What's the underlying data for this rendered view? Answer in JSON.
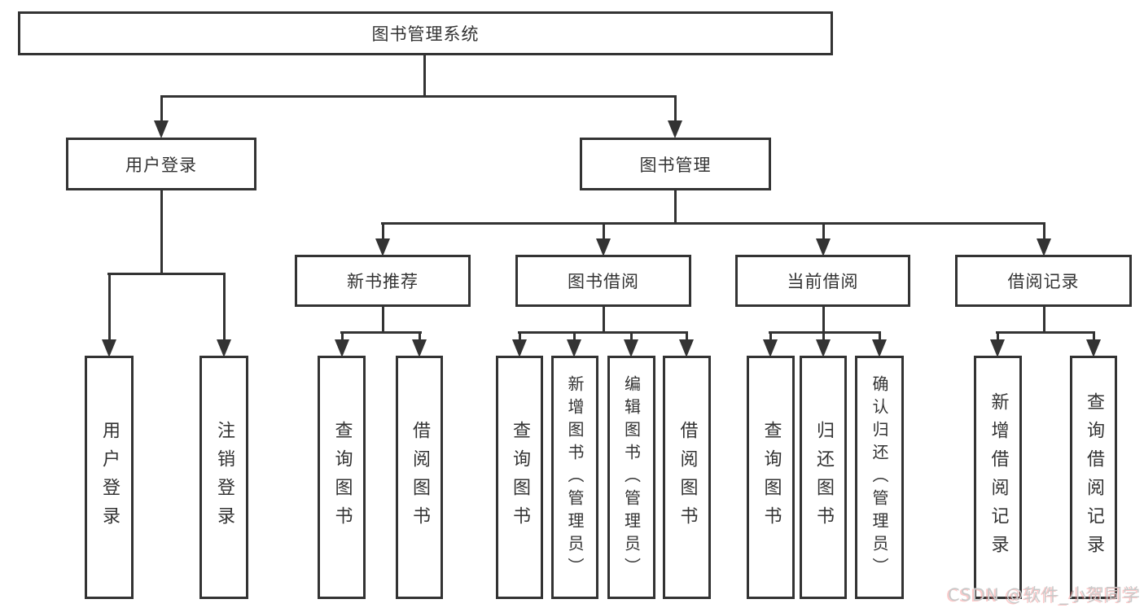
{
  "colors": {
    "line": "#333333",
    "box_border": "#333333",
    "box_background": "#ffffff",
    "text": "#333333",
    "watermark_text": "#c9c9c9"
  },
  "nodes": {
    "root": "图书管理系统",
    "user_login": "用户登录",
    "book_management": "图书管理",
    "new_book_recommend": "新书推荐",
    "book_borrow": "图书借阅",
    "current_borrow": "当前借阅",
    "borrow_records": "借阅记录",
    "leaf_user_login": "用户登录",
    "leaf_logout": "注销登录",
    "leaf_nb_query_books": "查询图书",
    "leaf_nb_borrow_books": "借阅图书",
    "leaf_bb_query_books": "查询图书",
    "leaf_bb_add_books": "新增图书（管理员）",
    "leaf_bb_edit_books": "编辑图书（管理员）",
    "leaf_bb_borrow_books": "借阅图书",
    "leaf_cb_query_books": "查询图书",
    "leaf_cb_return_books": "归还图书",
    "leaf_cb_confirm_return": "确认归还（管理员）",
    "leaf_br_add_record": "新增借阅记录",
    "leaf_br_query_record": "查询借阅记录"
  },
  "structure": {
    "图书管理系统": {
      "用户登录": [
        "用户登录",
        "注销登录"
      ],
      "图书管理": {
        "新书推荐": [
          "查询图书",
          "借阅图书"
        ],
        "图书借阅": [
          "查询图书",
          "新增图书（管理员）",
          "编辑图书（管理员）",
          "借阅图书"
        ],
        "当前借阅": [
          "查询图书",
          "归还图书",
          "确认归还（管理员）"
        ],
        "借阅记录": [
          "新增借阅记录",
          "查询借阅记录"
        ]
      }
    }
  },
  "watermark": {
    "text": "CSDN @软件_小贺同学"
  }
}
